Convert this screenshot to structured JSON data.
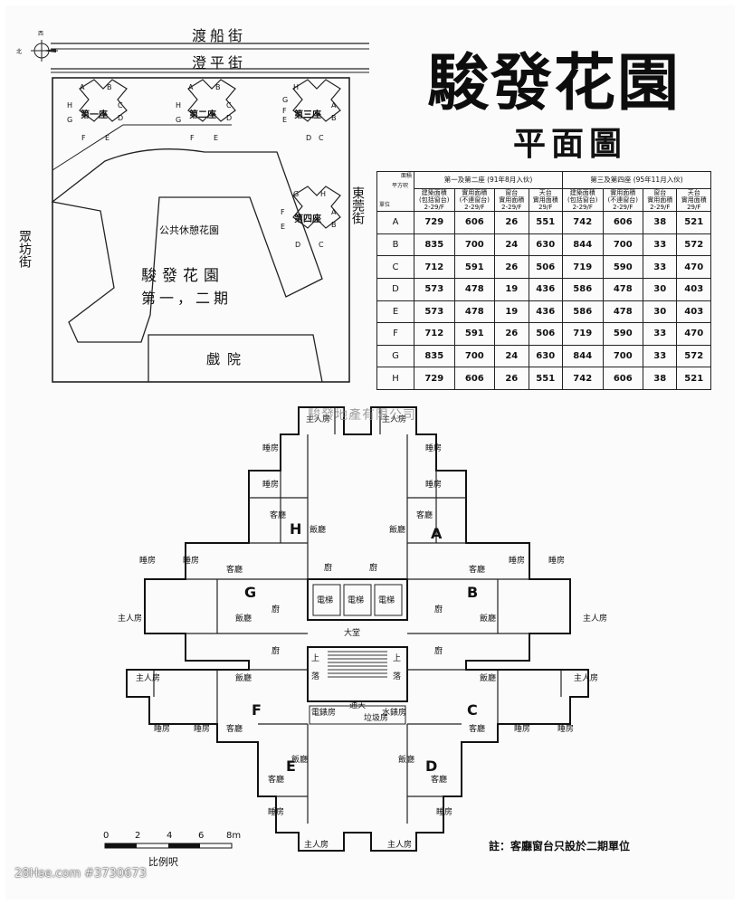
{
  "title": "駿發花園",
  "subtitle": "平面圖",
  "site_plan": {
    "compass_labels": [
      "西",
      "北"
    ],
    "streets": {
      "top1": "渡船街",
      "top2": "澄平街",
      "right": "東莞街",
      "left": "眾坊街"
    },
    "blocks": [
      {
        "name": "第一座",
        "units": [
          "A",
          "B",
          "C",
          "D",
          "E",
          "F",
          "G",
          "H"
        ]
      },
      {
        "name": "第二座",
        "units": [
          "A",
          "B",
          "C",
          "D",
          "E",
          "F",
          "G",
          "H"
        ]
      },
      {
        "name": "第三座",
        "units": [
          "A",
          "B",
          "C",
          "D",
          "E",
          "F",
          "G",
          "H"
        ]
      },
      {
        "name": "第四座",
        "units": [
          "A",
          "B",
          "C",
          "D",
          "E",
          "F",
          "G",
          "H"
        ]
      }
    ],
    "garden": "公共休憩花園",
    "estate_name": "駿發花園",
    "estate_phase": "第一，二期",
    "theatre": "戲院"
  },
  "table": {
    "group1": "第一及第二座 (91年8月入伙)",
    "group2": "第三及第四座 (95年11月入伙)",
    "corner_top": "面積",
    "corner_mid": "平方呎",
    "corner_bottom": "單位",
    "sub_headers": [
      [
        "建築面積",
        "(包括窗台)",
        "2-29/F"
      ],
      [
        "實用面積",
        "(不連窗台)",
        "2-29/F"
      ],
      [
        "窗台",
        "實用面積",
        "2-29/F"
      ],
      [
        "天台",
        "實用面積",
        "29/F"
      ],
      [
        "建築面積",
        "(包括窗台)",
        "2-29/F"
      ],
      [
        "實用面積",
        "(不連窗台)",
        "2-29/F"
      ],
      [
        "窗台",
        "實用面積",
        "2-29/F"
      ],
      [
        "天台",
        "實用面積",
        "29/F"
      ]
    ],
    "rows": [
      {
        "unit": "A",
        "values": [
          "729",
          "606",
          "26",
          "551",
          "742",
          "606",
          "38",
          "521"
        ]
      },
      {
        "unit": "B",
        "values": [
          "835",
          "700",
          "24",
          "630",
          "844",
          "700",
          "33",
          "572"
        ]
      },
      {
        "unit": "C",
        "values": [
          "712",
          "591",
          "26",
          "506",
          "719",
          "590",
          "33",
          "470"
        ]
      },
      {
        "unit": "D",
        "values": [
          "573",
          "478",
          "19",
          "436",
          "586",
          "478",
          "30",
          "403"
        ]
      },
      {
        "unit": "E",
        "values": [
          "573",
          "478",
          "19",
          "436",
          "586",
          "478",
          "30",
          "403"
        ]
      },
      {
        "unit": "F",
        "values": [
          "712",
          "591",
          "26",
          "506",
          "719",
          "590",
          "33",
          "470"
        ]
      },
      {
        "unit": "G",
        "values": [
          "835",
          "700",
          "24",
          "630",
          "844",
          "700",
          "33",
          "572"
        ]
      },
      {
        "unit": "H",
        "values": [
          "729",
          "606",
          "26",
          "551",
          "742",
          "606",
          "38",
          "521"
        ]
      }
    ]
  },
  "floor_plan": {
    "watermark": "駿發地產有限公司",
    "units": [
      "A",
      "B",
      "C",
      "D",
      "E",
      "F",
      "G",
      "H"
    ],
    "rooms": {
      "master": "主人房",
      "bedroom": "睡房",
      "living": "客廳",
      "dining": "飯廳",
      "kitchen": "廚",
      "lift": "電梯",
      "lobby": "大堂",
      "up": "上",
      "down": "落",
      "patio": "通天",
      "meter": "電錶房",
      "water": "水錶房",
      "refuse": "垃圾房"
    }
  },
  "scale": {
    "ticks": [
      "0",
      "2",
      "4",
      "6",
      "8m"
    ],
    "label": "比例呎"
  },
  "note": "註：客廳窗台只設於二期單位",
  "footer": "28Hse.com #3730673"
}
